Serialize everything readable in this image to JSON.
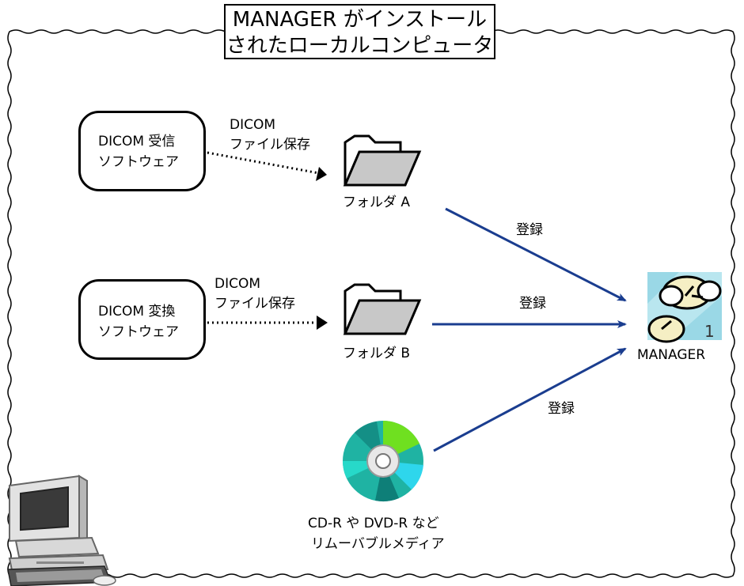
{
  "title": {
    "line1": "MANAGER がインストール",
    "line2": "されたローカルコンピュータ"
  },
  "software": [
    {
      "line1": "DICOM 受信",
      "line2": "ソフトウェア"
    },
    {
      "line1": "DICOM 変換",
      "line2": "ソフトウェア"
    }
  ],
  "save_labels": [
    {
      "line1": "DICOM",
      "line2": "ファイル保存"
    },
    {
      "line1": "DICOM",
      "line2": "ファイル保存"
    }
  ],
  "folders": [
    {
      "label": "フォルダ A"
    },
    {
      "label": "フォルダ B"
    }
  ],
  "media": {
    "line1": "CD-R や DVD-R など",
    "line2": "リムーバブルメディア"
  },
  "register_labels": [
    "登録",
    "登録",
    "登録"
  ],
  "manager": {
    "label": "MANAGER"
  },
  "colors": {
    "arrow_blue": "#1a3d8f",
    "folder_fill": "#c8c8c8",
    "cd_teal": "#1fb3a3",
    "cd_green": "#6fe020",
    "manager_bg": "#9ad8e6"
  }
}
